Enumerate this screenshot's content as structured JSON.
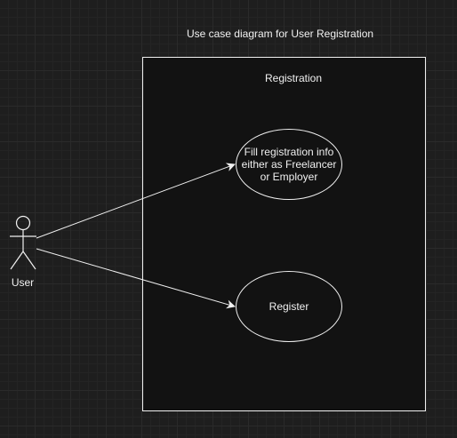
{
  "diagram": {
    "title": "Use case diagram for User Registration",
    "system": {
      "label": "Registration"
    },
    "actor": {
      "label": "User"
    },
    "use_cases": [
      {
        "label": "Fill registration info either as Freelancer or Employer"
      },
      {
        "label": "Register"
      }
    ],
    "colors": {
      "background": "#1e1e1e",
      "stroke": "#f0f0f0",
      "fill": "#121212"
    }
  }
}
